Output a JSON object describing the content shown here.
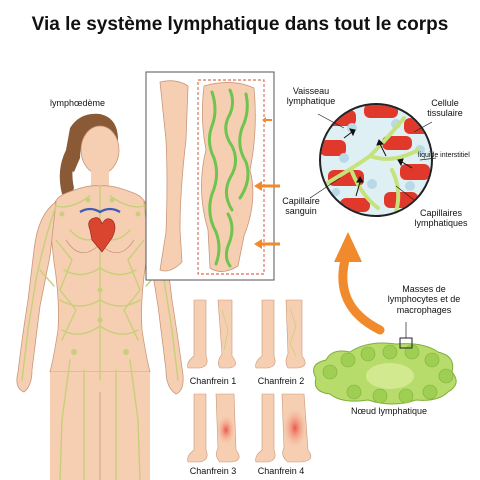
{
  "title": "Via le système lymphatique dans tout le corps",
  "labels": {
    "lymphoedema": "lymphœdème",
    "vessel": "Vaisseau lymphatique",
    "tissue_cell": "Cellule tissulaire",
    "interstitial_fluid": "liquide interstitiel",
    "blood_capillary": "Capillaire sanguin",
    "lymph_capillaries": "Capillaires lymphatiques",
    "lymphocyte_masses": "Masses de lymphocytes et de macrophages",
    "lymph_node": "Nœud lymphatique"
  },
  "stages": [
    {
      "label": "Chanfrein 1"
    },
    {
      "label": "Chanfrein 2"
    },
    {
      "label": "Chanfrein 3"
    },
    {
      "label": "Chanfrein 4"
    }
  ],
  "colors": {
    "skin": "#f6cfb2",
    "lymph_vessel": "#c8cf7a",
    "edema_green": "#6fc44f",
    "arrow_orange": "#f08a2c",
    "blood_red": "#e0392b",
    "node_green": "#b7dc6b"
  }
}
